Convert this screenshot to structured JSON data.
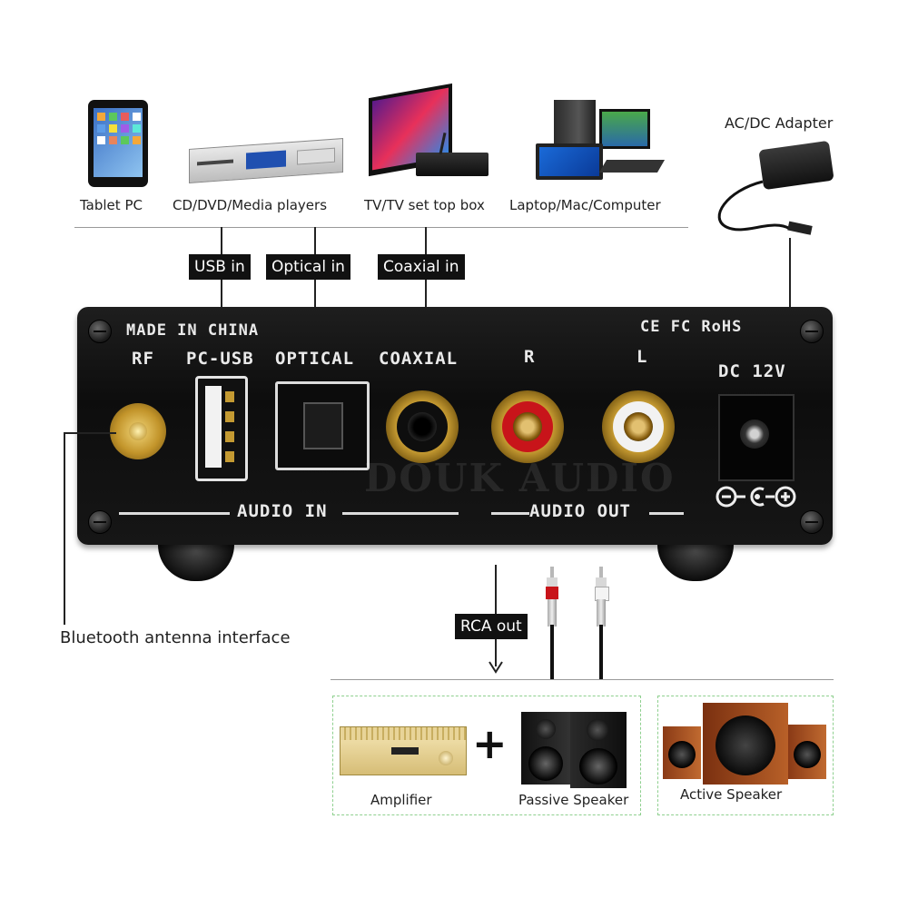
{
  "sources": {
    "tablet": "Tablet PC",
    "media": "CD/DVD/Media players",
    "tv": "TV/TV set top box",
    "computer": "Laptop/Mac/Computer"
  },
  "adapter": "AC/DC Adapter",
  "inputs": {
    "usb": "USB in",
    "optical": "Optical in",
    "coaxial": "Coaxial in"
  },
  "panel": {
    "made_in": "MADE IN CHINA",
    "certs": "CE FC RoHS",
    "rf": "RF",
    "pc_usb": "PC-USB",
    "optical": "OPTICAL",
    "coaxial": "COAXIAL",
    "r": "R",
    "l": "L",
    "dc": "DC 12V",
    "audio_in": "AUDIO IN",
    "audio_out": "AUDIO OUT",
    "brand": "DOUK AUDIO"
  },
  "annotations": {
    "bluetooth": "Bluetooth antenna interface",
    "rca_out": "RCA out"
  },
  "outputs": {
    "amplifier": "Amplifier",
    "passive": "Passive Speaker",
    "active": "Active Speaker",
    "plus": "+"
  },
  "colors": {
    "gold": "#d3a637",
    "red_ring": "#c8141a",
    "white_ring": "#f2f2f2",
    "panel": "#111111",
    "green_dash": "#8fd08f"
  }
}
